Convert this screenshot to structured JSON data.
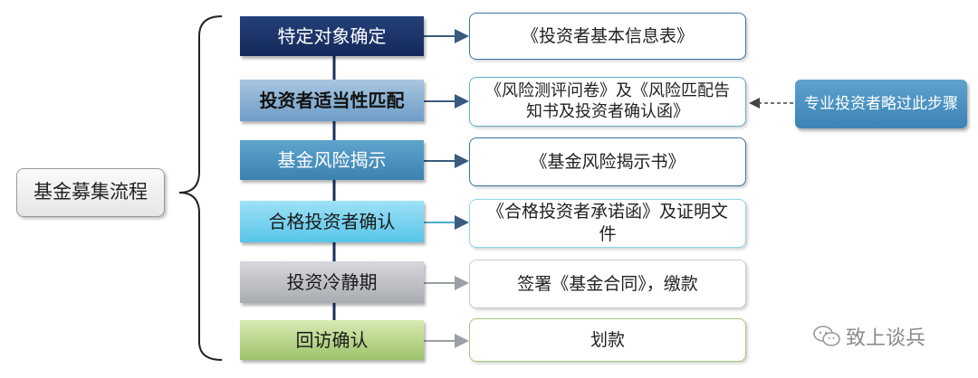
{
  "root": {
    "label": "基金募集流程"
  },
  "steps": [
    {
      "label": "特定对象确定"
    },
    {
      "label": "投资者适当性匹配"
    },
    {
      "label": "基金风险揭示"
    },
    {
      "label": "合格投资者确认"
    },
    {
      "label": "投资冷静期"
    },
    {
      "label": "回访确认"
    }
  ],
  "documents": [
    {
      "label": "《投资者基本信息表》"
    },
    {
      "label": "《风险测评问卷》及《风险匹配告知书及投资者确认函》"
    },
    {
      "label": "《基金风险揭示书》"
    },
    {
      "label": "《合格投资者承诺函》及证明文件"
    },
    {
      "label": "签署《基金合同》，缴款"
    },
    {
      "label": "划款"
    }
  ],
  "note": {
    "label": "专业投资者略过此步骤"
  },
  "watermark": {
    "label": "致上谈兵",
    "icon": "wechat-icon"
  },
  "colors": {
    "step_1": "#1b2f66",
    "step_2": "#8bb3d6",
    "step_3": "#4a91c0",
    "step_4": "#7dd4f0",
    "step_5": "#bfc1c6",
    "step_6": "#b9d68b",
    "connector": "#1b2f66",
    "doc_border": "#3a74a6"
  }
}
